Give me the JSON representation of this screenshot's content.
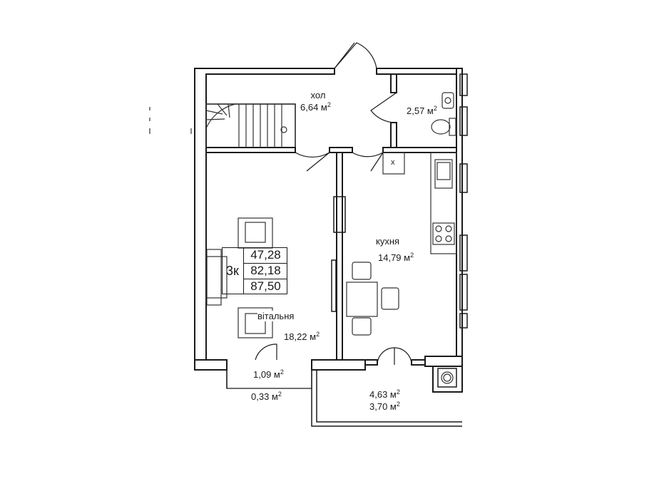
{
  "rooms": {
    "hall": {
      "name": "хол",
      "area": "6,64 м",
      "sup": "2"
    },
    "bathroom": {
      "area": "2,57 м",
      "sup": "2"
    },
    "kitchen": {
      "name": "кухня",
      "area": "14,79 м",
      "sup": "2"
    },
    "living": {
      "name": "вітальня",
      "area": "18,22 м",
      "sup": "2"
    },
    "balcony_small": {
      "area": "1,09 м",
      "sup": "2"
    },
    "balcony_small_reduced": {
      "area": "0,33 м",
      "sup": "2"
    },
    "balcony_large": {
      "area": "4,63 м",
      "sup": "2"
    },
    "balcony_large_reduced": {
      "area": "3,70 м",
      "sup": "2"
    }
  },
  "summary": {
    "type": "3к",
    "living_area": "47,28",
    "total_area": "82,18",
    "total_with_balconies": "87,50"
  },
  "kitchen_hood_mark": "x",
  "colors": {
    "line": "#1a1a1a",
    "background": "#ffffff"
  }
}
